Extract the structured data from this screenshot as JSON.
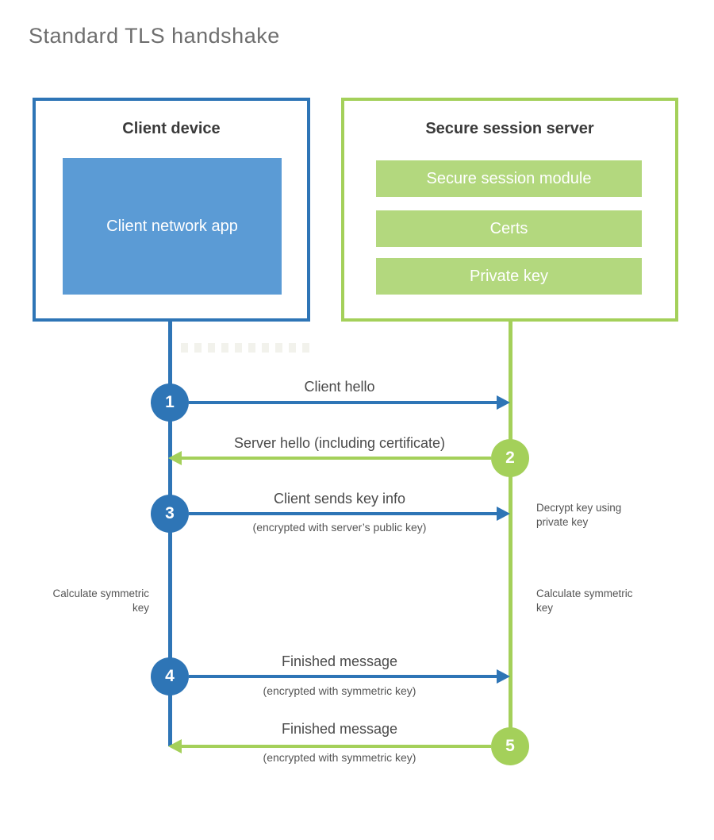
{
  "title": "Standard TLS handshake",
  "colors": {
    "blue_line": "#2e75b6",
    "blue_fill": "#5b9bd5",
    "green_line": "#a4d05a",
    "green_fill": "#b3d87e",
    "heading_text": "#3a3a3a",
    "label_text": "#4a4a4a",
    "title_text": "#6e6e6e"
  },
  "client": {
    "title": "Client device",
    "app_label": "Client network app"
  },
  "server": {
    "title": "Secure session server",
    "modules": [
      "Secure session module",
      "Certs",
      "Private key"
    ]
  },
  "steps": [
    {
      "number": "1",
      "label": "Client hello",
      "sublabel": "",
      "direction": "right",
      "color": "blue"
    },
    {
      "number": "2",
      "label": "Server hello (including certificate)",
      "sublabel": "",
      "direction": "left",
      "color": "green"
    },
    {
      "number": "3",
      "label": "Client sends key info",
      "sublabel": "(encrypted with server’s public key)",
      "direction": "right",
      "color": "blue"
    },
    {
      "number": "4",
      "label": "Finished message",
      "sublabel": "(encrypted with symmetric key)",
      "direction": "right",
      "color": "blue"
    },
    {
      "number": "5",
      "label": "Finished message",
      "sublabel": "(encrypted with symmetric key)",
      "direction": "left",
      "color": "green"
    }
  ],
  "notes": {
    "decrypt": "Decrypt key using private key",
    "calc_left": "Calculate symmetric key",
    "calc_right": "Calculate symmetric key"
  }
}
